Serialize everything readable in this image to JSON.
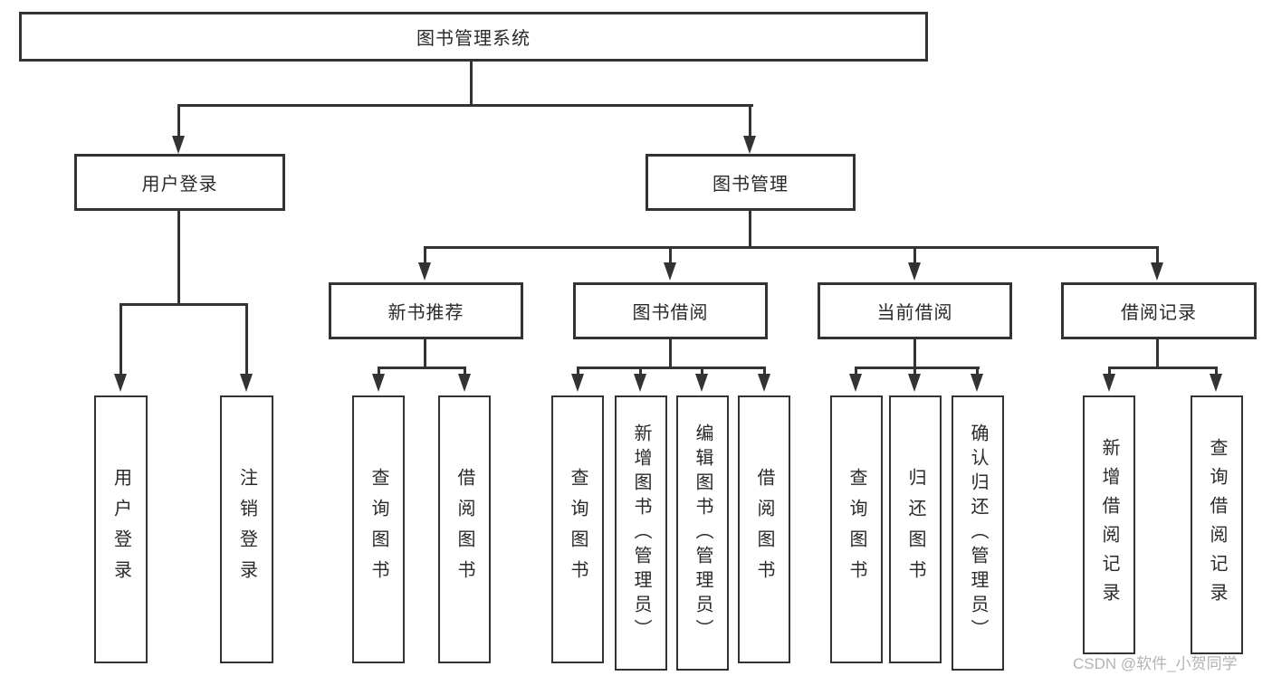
{
  "title": "图书管理系统",
  "branches": [
    {
      "label": "用户登录",
      "leaves": [
        {
          "label": "用户登录"
        },
        {
          "label": "注销登录"
        }
      ]
    },
    {
      "label": "图书管理",
      "groups": [
        {
          "label": "新书推荐",
          "leaves": [
            {
              "label": "查询图书"
            },
            {
              "label": "借阅图书"
            }
          ]
        },
        {
          "label": "图书借阅",
          "leaves": [
            {
              "label": "查询图书"
            },
            {
              "label": "新增图书（管理员）"
            },
            {
              "label": "编辑图书（管理员）"
            },
            {
              "label": "借阅图书"
            }
          ]
        },
        {
          "label": "当前借阅",
          "leaves": [
            {
              "label": "查询图书"
            },
            {
              "label": "归还图书"
            },
            {
              "label": "确认归还（管理员）"
            }
          ]
        },
        {
          "label": "借阅记录",
          "leaves": [
            {
              "label": "新增借阅记录"
            },
            {
              "label": "查询借阅记录"
            }
          ]
        }
      ]
    }
  ],
  "watermark": "CSDN @软件_小贺同学",
  "colors": {
    "line": "#333333",
    "text": "#2a2a2a",
    "watermark": "#b3b3b3",
    "background": "#ffffff"
  }
}
